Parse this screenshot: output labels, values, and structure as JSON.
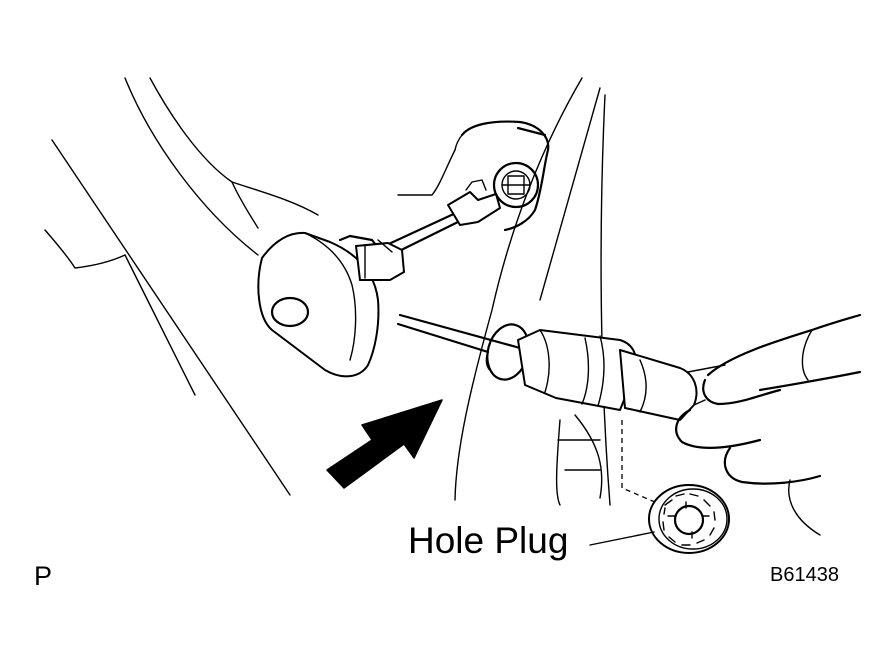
{
  "labels": {
    "hole_plug": "Hole Plug",
    "corner_mark": "P",
    "figure_code": "B61438"
  },
  "colors": {
    "line": "#000000",
    "background": "#ffffff",
    "arrow_fill": "#000000"
  },
  "icons": {
    "direction_arrow": "arrow-up-right-icon",
    "hole_plug_part": "hole-plug-icon",
    "hand": "hand-icon"
  }
}
